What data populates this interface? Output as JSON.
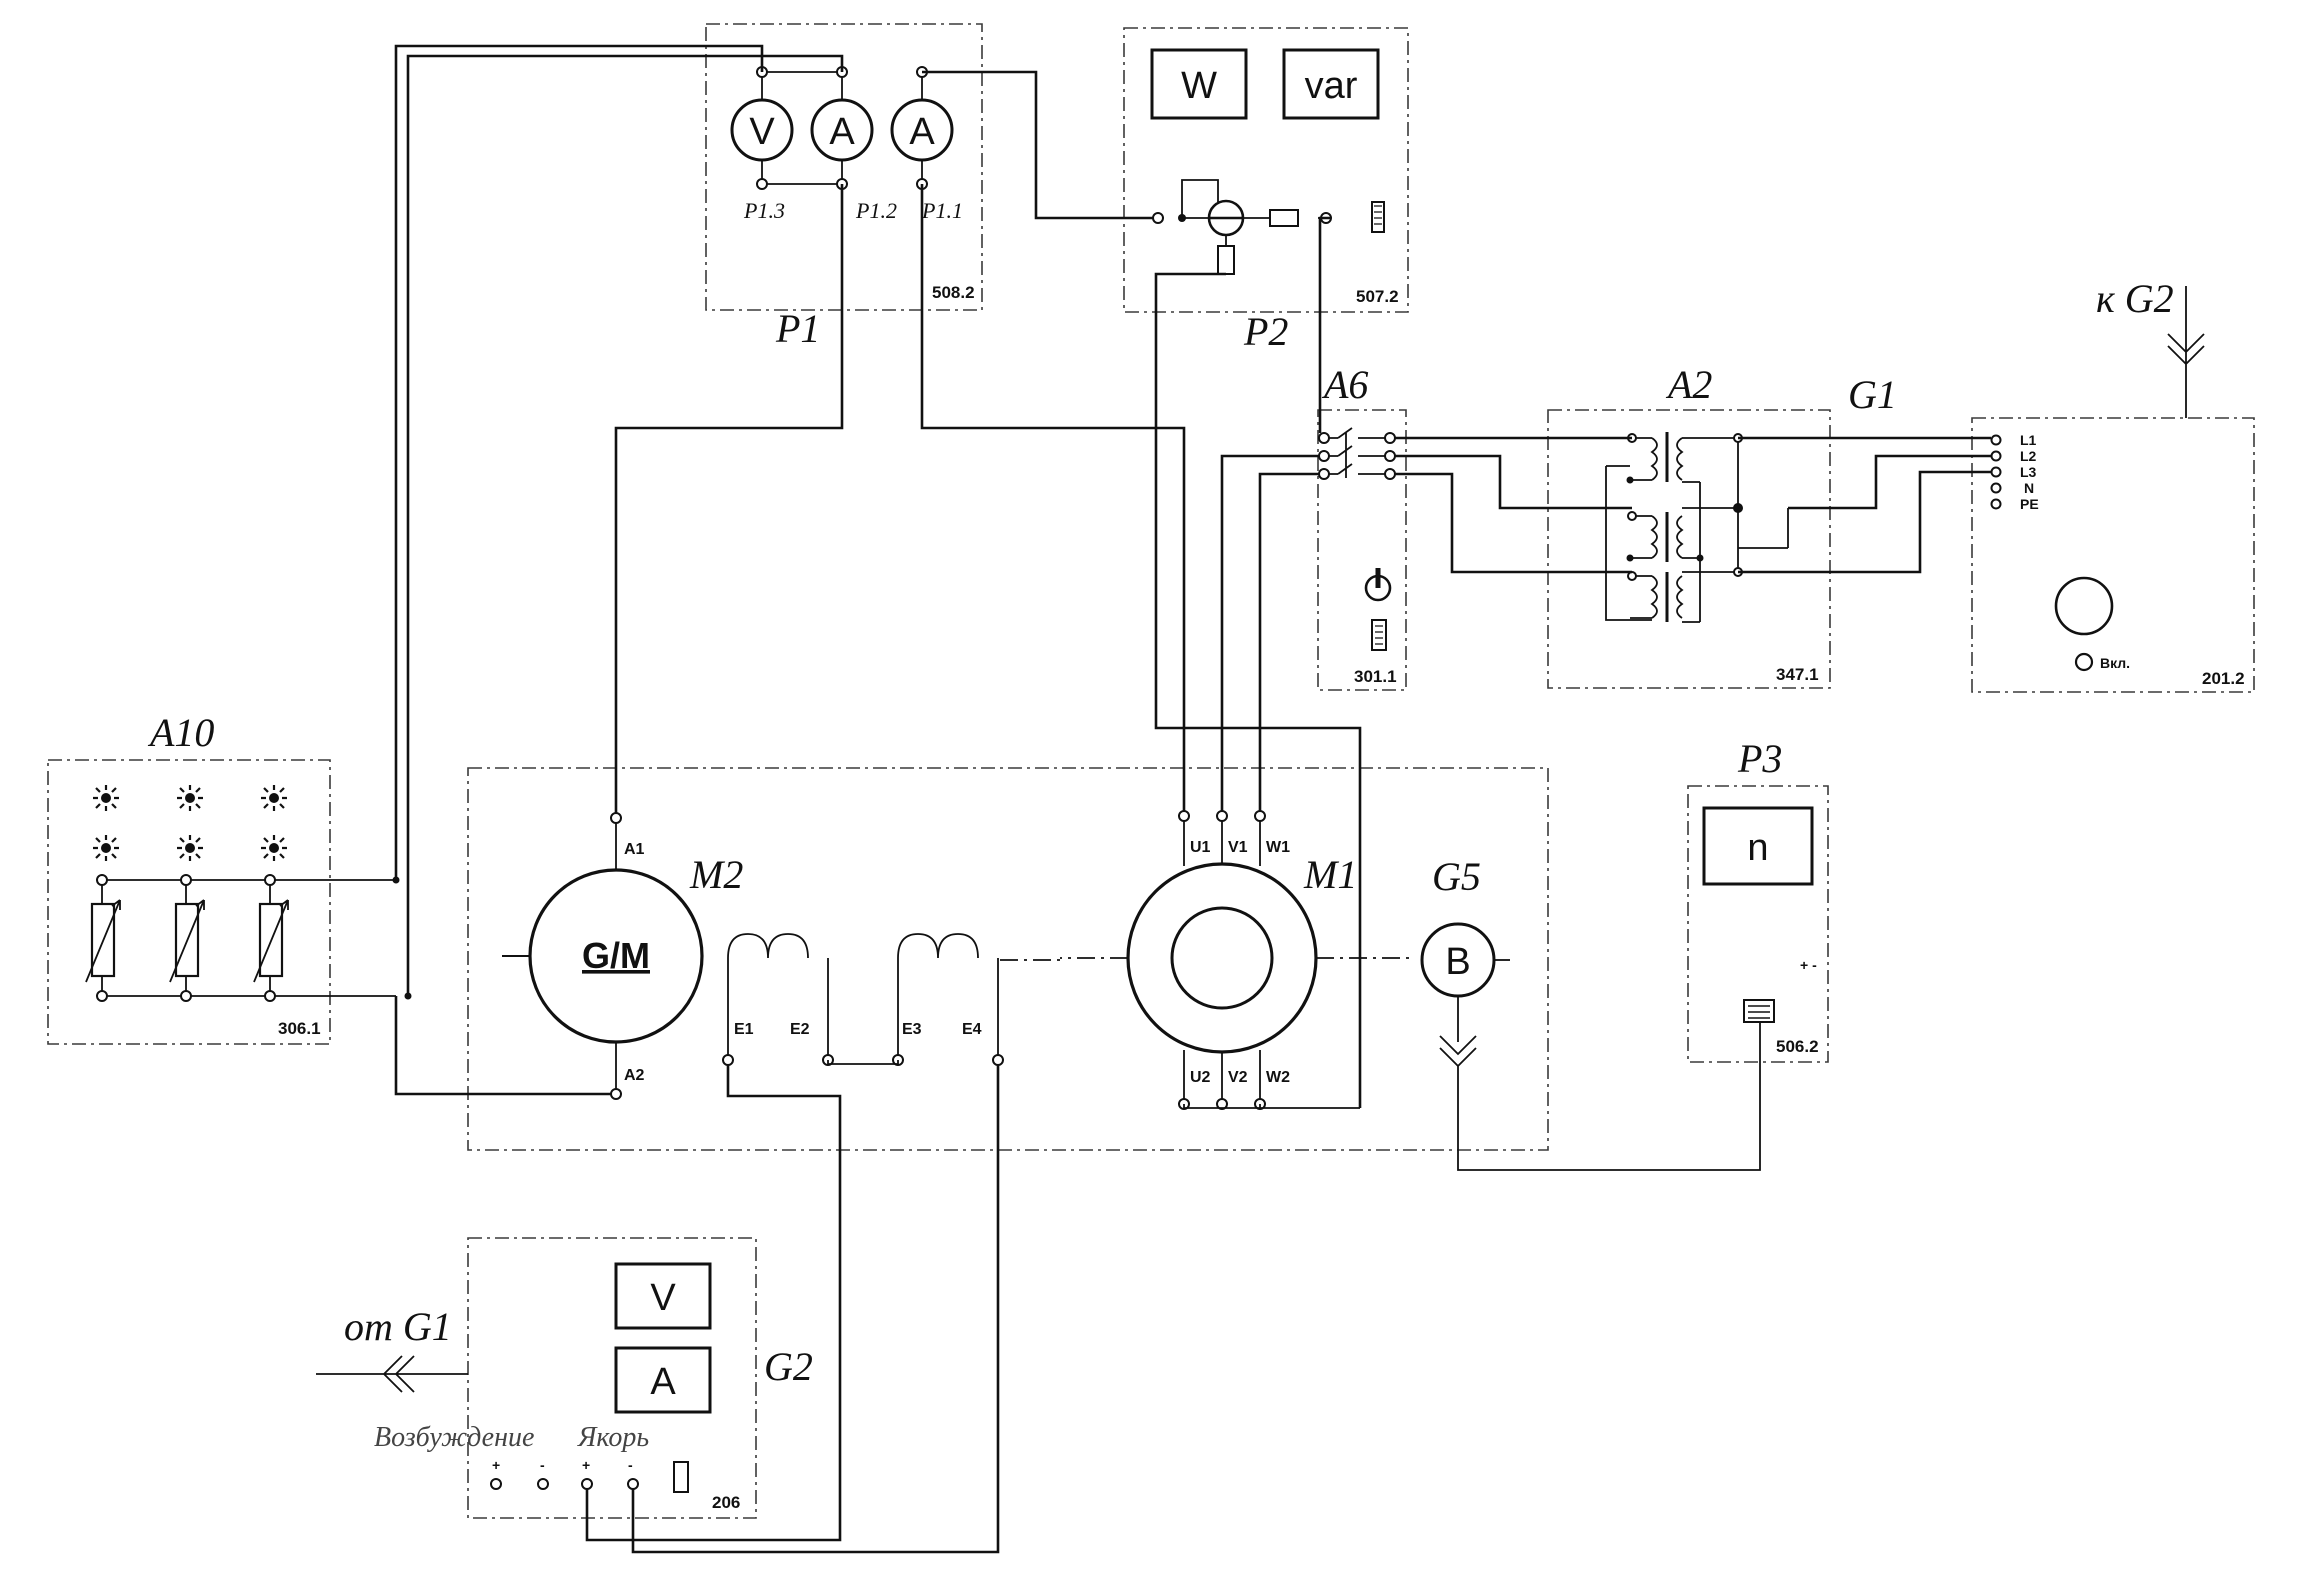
{
  "modules": {
    "p1": {
      "label": "P1",
      "code": "508.2",
      "meters": [
        "V",
        "A",
        "A"
      ],
      "terminals": [
        "P1.3",
        "P1.2",
        "P1.1"
      ]
    },
    "p2": {
      "label": "P2",
      "code": "507.2",
      "displays": [
        "W",
        "var"
      ]
    },
    "a6": {
      "label": "A6",
      "code": "301.1"
    },
    "a2": {
      "label": "A2",
      "code": "347.1"
    },
    "g1": {
      "label": "G1",
      "code": "201.2",
      "terminals": [
        "L1",
        "L2",
        "L3",
        "N",
        "PE"
      ],
      "switch_label": "Вкл.",
      "feed_label": "к G2"
    },
    "a10": {
      "label": "A10",
      "code": "306.1"
    },
    "m2": {
      "label": "M2",
      "symbol": "G/M",
      "terminals": [
        "A1",
        "A2",
        "E1",
        "E2",
        "E3",
        "E4"
      ]
    },
    "m1": {
      "label": "M1",
      "terminals_top": [
        "U1",
        "V1",
        "W1"
      ],
      "terminals_bottom": [
        "U2",
        "V2",
        "W2"
      ]
    },
    "g5": {
      "label": "G5",
      "symbol": "B"
    },
    "p3": {
      "label": "P3",
      "code": "506.2",
      "display": "n",
      "polarity": "+ -"
    },
    "g2": {
      "label": "G2",
      "code": "206",
      "displays": [
        "V",
        "A"
      ],
      "excitation_label": "Возбуждение",
      "armature_label": "Якорь",
      "feed_label": "от G1",
      "polarity": [
        "+",
        "-",
        "+",
        "-"
      ]
    }
  },
  "colors": {
    "ink": "#111111",
    "frame": "#3a3a3a",
    "background": "#ffffff"
  },
  "icons": [
    "voltmeter-icon",
    "ammeter-icon",
    "lamp-icon",
    "rheostat-icon",
    "transformer-coil-icon",
    "switch-icon",
    "knob-icon",
    "indicator-icon",
    "plug-icon"
  ]
}
